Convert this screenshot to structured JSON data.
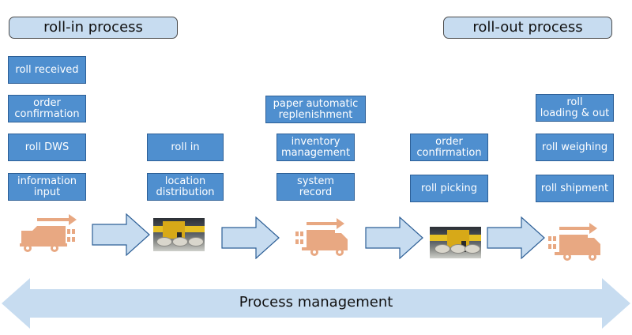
{
  "phases": {
    "roll_in": "roll-in process",
    "roll_out": "roll-out process"
  },
  "columns": {
    "col1": [
      "roll received",
      "order\nconfirmation",
      "roll DWS",
      "information\ninput"
    ],
    "col2": [
      "roll in",
      "location\ndistribution"
    ],
    "col3": [
      "paper automatic\nreplenishment",
      "inventory\nmanagement",
      "system record"
    ],
    "col4": [
      "order\nconfirmation",
      "roll picking"
    ],
    "col5": [
      "roll\nloading & out",
      "roll weighing",
      "roll shipment"
    ]
  },
  "management_label": "Process management",
  "colors": {
    "step_box": "#4f8fcf",
    "phase_box": "#c7dcf0",
    "flow_arrow": "#c7dcf0",
    "truck": "#e8a882"
  },
  "icons": [
    "truck-unloading-icon",
    "crane-warehouse-photo",
    "truck-loading-icon"
  ]
}
